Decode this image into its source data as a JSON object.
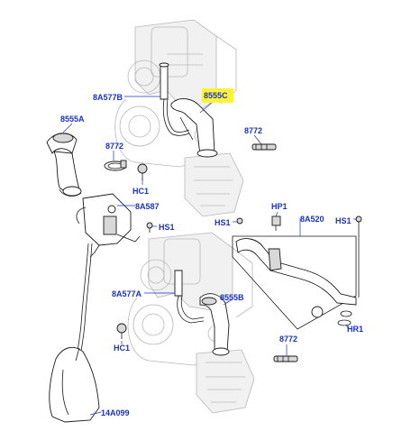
{
  "colors": {
    "label": "#1a33c4",
    "highlight": "#fff23a",
    "ghost_engine": "#b8b8b8",
    "part_outline": "#1a1a1a"
  },
  "highlighted_callout": "8555C",
  "callouts": {
    "c_8A577B": "8A577B",
    "c_8555C": "8555C",
    "c_8555A": "8555A",
    "c_8772_left": "8772",
    "c_8772_right_top": "8772",
    "c_HC1_top": "HC1",
    "c_8A587": "8A587",
    "c_HS1_mid": "HS1",
    "c_HP1": "HP1",
    "c_8A520": "8A520",
    "c_HS1_right": "HS1",
    "c_HS1_left": "HS1",
    "c_8A577A": "8A577A",
    "c_8555B": "8555B",
    "c_HR1": "HR1",
    "c_HC1_bottom": "HC1",
    "c_8772_bottom": "8772",
    "c_14A099": "14A099"
  }
}
